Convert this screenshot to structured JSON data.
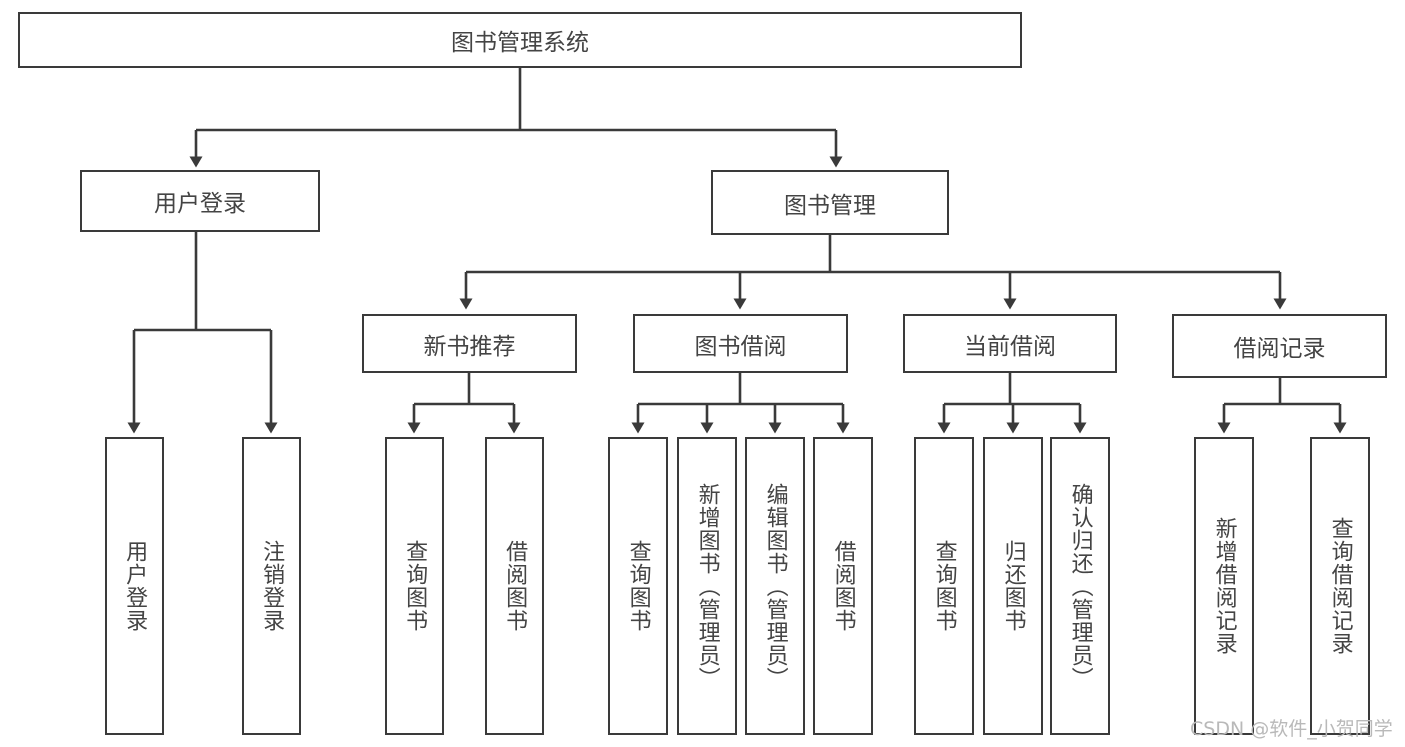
{
  "diagram": {
    "title": "图书管理系统",
    "watermark": "CSDN @软件_小贺同学",
    "line_color": "#3a3a3a",
    "text_color": "#444444",
    "background": "#ffffff",
    "root": {
      "label": "图书管理系统"
    },
    "level2": [
      {
        "label": "用户登录"
      },
      {
        "label": "图书管理"
      }
    ],
    "level3": [
      {
        "label": "新书推荐"
      },
      {
        "label": "图书借阅"
      },
      {
        "label": "当前借阅"
      },
      {
        "label": "借阅记录"
      }
    ],
    "leaves_user_login": [
      {
        "label": "用户登录"
      },
      {
        "label": "注销登录"
      }
    ],
    "leaves_new_book": [
      {
        "label": "查询图书"
      },
      {
        "label": "借阅图书"
      }
    ],
    "leaves_borrow": [
      {
        "label": "查询图书"
      },
      {
        "label": "新增图书（管理员）"
      },
      {
        "label": "编辑图书（管理员）"
      },
      {
        "label": "借阅图书"
      }
    ],
    "leaves_current": [
      {
        "label": "查询图书"
      },
      {
        "label": "归还图书"
      },
      {
        "label": "确认归还（管理员）"
      }
    ],
    "leaves_records": [
      {
        "label": "新增借阅记录"
      },
      {
        "label": "查询借阅记录"
      }
    ]
  }
}
